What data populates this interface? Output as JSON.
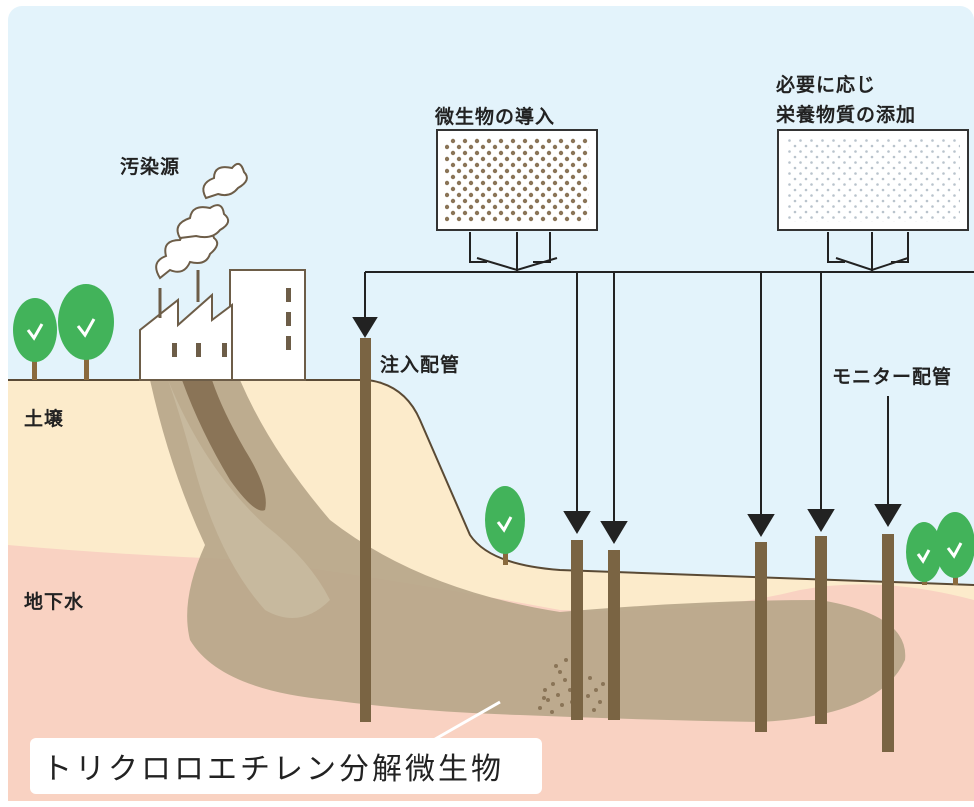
{
  "labels": {
    "pollution_source": "汚染源",
    "microbe_intro": "微生物の導入",
    "nutrient_line1": "必要に応じ",
    "nutrient_line2": "栄養物質の添加",
    "injection_pipe": "注入配管",
    "monitor_pipe": "モニター配管",
    "soil": "土壌",
    "groundwater": "地下水",
    "tce_microbe": "トリクロロエチレン分解微生物"
  },
  "colors": {
    "sky": "#e3f3fb",
    "soil": "#fcebcb",
    "groundwater": "#f9d2c2",
    "plume": "#b7a68a",
    "plume_dark": "#8a7457",
    "pipe": "#7a6443",
    "tree": "#42b35a",
    "trunk": "#8a6a3d"
  },
  "icons": [
    "factory-icon",
    "smoke-icon",
    "tree-icon",
    "microbe-tank-icon",
    "nutrient-tank-icon",
    "arrow-down-icon"
  ]
}
